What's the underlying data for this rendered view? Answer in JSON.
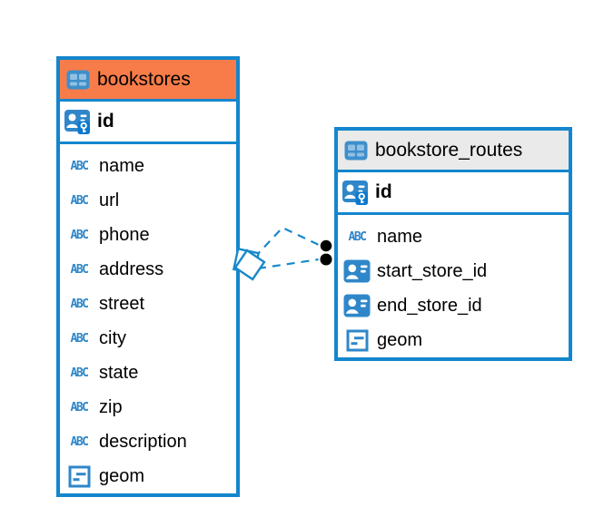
{
  "diagram": {
    "kind": "entity-relationship-diagram",
    "colors": {
      "table_border": "#1486CD",
      "bookstores_header_bg": "#F87C49",
      "routes_header_bg": "#EAEAEA",
      "relationship_line": "#1789CB",
      "icon_blue": "#2F87C9",
      "text": "#000000",
      "background": "#FFFFFF"
    },
    "icons": {
      "text_glyph": "ABC",
      "table_icon": "table-icon",
      "primary_key_icon": "person-card-with-key-icon",
      "foreign_key_icon": "person-card-icon",
      "geometry_icon": "square-with-dashes-icon"
    },
    "tables": [
      {
        "title": "bookstores",
        "primary_key": {
          "name": "id"
        },
        "columns": [
          {
            "name": "name",
            "type_icon": "text-type-icon"
          },
          {
            "name": "url",
            "type_icon": "text-type-icon"
          },
          {
            "name": "phone",
            "type_icon": "text-type-icon"
          },
          {
            "name": "address",
            "type_icon": "text-type-icon"
          },
          {
            "name": "street",
            "type_icon": "text-type-icon"
          },
          {
            "name": "city",
            "type_icon": "text-type-icon"
          },
          {
            "name": "state",
            "type_icon": "text-type-icon"
          },
          {
            "name": "zip",
            "type_icon": "text-type-icon"
          },
          {
            "name": "description",
            "type_icon": "text-type-icon"
          },
          {
            "name": "geom",
            "type_icon": "geometry-type-icon"
          }
        ]
      },
      {
        "title": "bookstore_routes",
        "primary_key": {
          "name": "id"
        },
        "columns": [
          {
            "name": "name",
            "type_icon": "text-type-icon"
          },
          {
            "name": "start_store_id",
            "type_icon": "foreign-key-icon"
          },
          {
            "name": "end_store_id",
            "type_icon": "foreign-key-icon"
          },
          {
            "name": "geom",
            "type_icon": "geometry-type-icon"
          }
        ]
      }
    ],
    "relationships": [
      {
        "source_table": "bookstore_routes",
        "target_table": "bookstores",
        "line_style": "dashed",
        "source_marker": "black-dot",
        "target_marker": "open-diamond"
      },
      {
        "source_table": "bookstore_routes",
        "target_table": "bookstores",
        "line_style": "dashed",
        "source_marker": "black-dot",
        "target_marker": "open-diamond"
      }
    ]
  }
}
